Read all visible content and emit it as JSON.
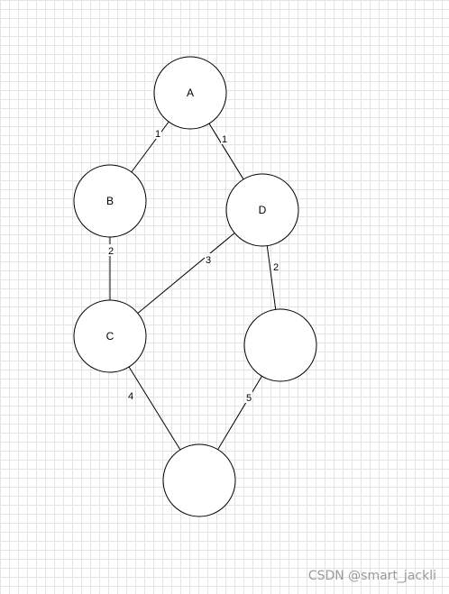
{
  "nodes": [
    {
      "id": "A",
      "label": "A"
    },
    {
      "id": "B",
      "label": "B"
    },
    {
      "id": "D",
      "label": "D"
    },
    {
      "id": "C",
      "label": "C"
    },
    {
      "id": "E",
      "label": ""
    },
    {
      "id": "F",
      "label": ""
    }
  ],
  "edges": [
    {
      "from": "A",
      "to": "B",
      "weight": "1"
    },
    {
      "from": "A",
      "to": "D",
      "weight": "1"
    },
    {
      "from": "B",
      "to": "C",
      "weight": "2"
    },
    {
      "from": "D",
      "to": "C",
      "weight": "3"
    },
    {
      "from": "D",
      "to": "E",
      "weight": "2"
    },
    {
      "from": "C",
      "to": "F",
      "weight": "4"
    },
    {
      "from": "E",
      "to": "F",
      "weight": "5"
    }
  ],
  "watermark": "CSDN @smart_jackli",
  "colors": {
    "grid": "#e4e4e4",
    "stroke": "#000000",
    "watermark": "#9a9a9a"
  }
}
